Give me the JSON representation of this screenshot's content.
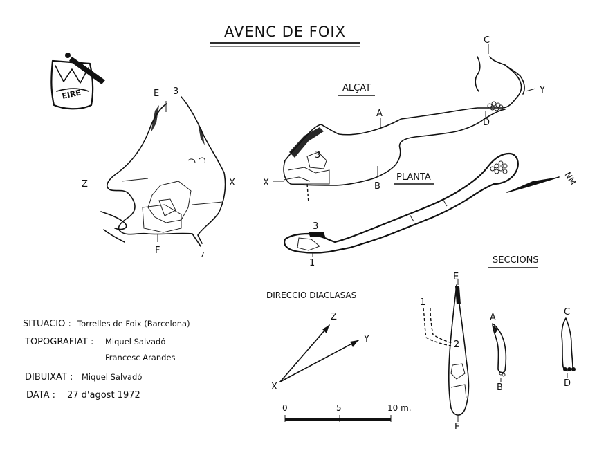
{
  "title": "AVENC  DE  FOIX",
  "logo": {
    "text": "EIRE"
  },
  "section_labels": {
    "alcat": "ALÇAT",
    "planta": "PLANTA",
    "seccions": "SECCIONS",
    "direccio": "DIRECCIO   DIACLASAS"
  },
  "north": "NM",
  "markers": {
    "E": "E",
    "three": "3",
    "one": "1",
    "two": "2",
    "X": "X",
    "Z": "Z",
    "F": "F",
    "A": "A",
    "B": "B",
    "C": "C",
    "Y": "Y",
    "D": "D",
    "seven": "7"
  },
  "scale": {
    "zero": "0",
    "five": "5",
    "ten": "10 m."
  },
  "info": [
    {
      "label": "SITUACIO :",
      "value": "Torrelles  de  Foix  (Barcelona)"
    },
    {
      "label": "TOPOGRAFIAT :",
      "value": "Miquel  Salvadó"
    },
    {
      "label": "",
      "value": "Francesc  Arandes"
    },
    {
      "label": "DIBUIXAT :",
      "value": "Miquel  Salvadó"
    },
    {
      "label": "DATA :",
      "value": "27  d'agost  1972"
    }
  ]
}
